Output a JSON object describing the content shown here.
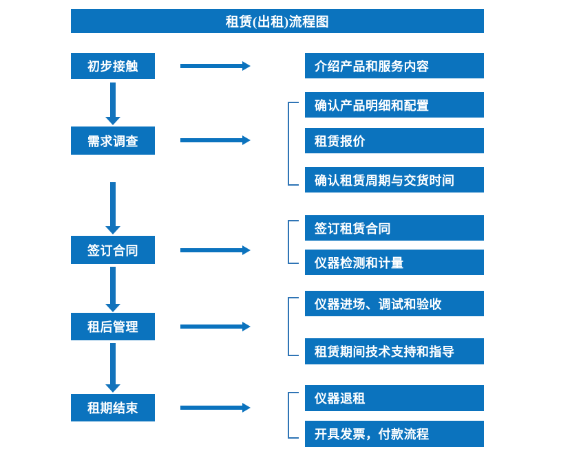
{
  "diagram": {
    "title": "租赁(出租)流程图",
    "accent_color": "#0B73BE",
    "connector_color": "#2E74B5",
    "text_color": "#FFFFFF",
    "background_color": "#FFFFFF",
    "stages": [
      {
        "id": "stage-1",
        "label": "初步接触"
      },
      {
        "id": "stage-2",
        "label": "需求调查"
      },
      {
        "id": "stage-3",
        "label": "签订合同"
      },
      {
        "id": "stage-4",
        "label": "租后管理"
      },
      {
        "id": "stage-5",
        "label": "租期结束"
      }
    ],
    "details": [
      {
        "group": 1,
        "items": [
          "介绍产品和服务内容"
        ]
      },
      {
        "group": 2,
        "items": [
          "确认产品明细和配置",
          "租赁报价",
          "确认租赁周期与交货时间"
        ]
      },
      {
        "group": 3,
        "items": [
          "签订租赁合同",
          "仪器检测和计量"
        ]
      },
      {
        "group": 4,
        "items": [
          "仪器进场、调试和验收",
          "租赁期间技术支持和指导"
        ]
      },
      {
        "group": 5,
        "items": [
          "仪器退租",
          "开具发票，付款流程"
        ]
      }
    ],
    "detail_flat": [
      "介绍产品和服务内容",
      "确认产品明细和配置",
      "租赁报价",
      "确认租赁周期与交货时间",
      "签订租赁合同",
      "仪器检测和计量",
      "仪器进场、调试和验收",
      "租赁期间技术支持和指导",
      "仪器退租",
      "开具发票，付款流程"
    ]
  }
}
